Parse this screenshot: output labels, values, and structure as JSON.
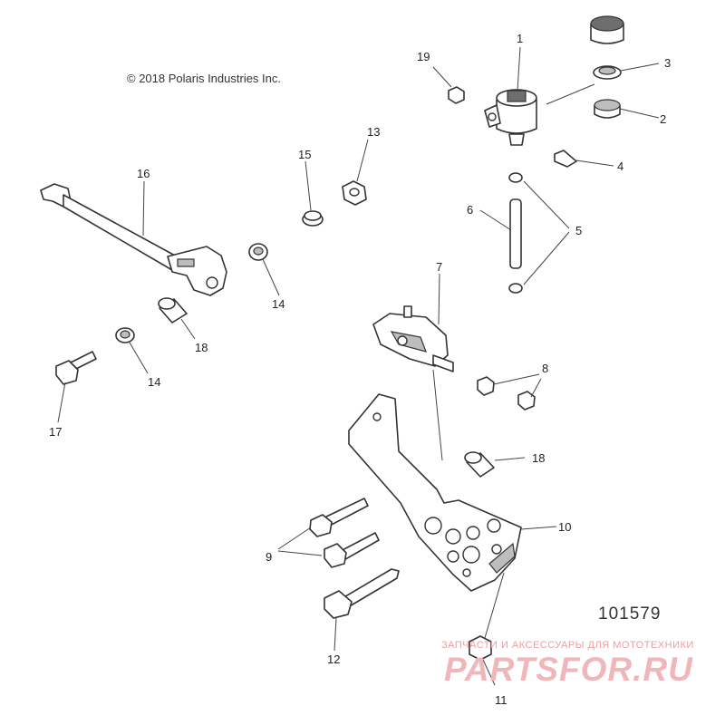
{
  "copyright": "© 2018 Polaris Industries Inc.",
  "diagram_id": "101579",
  "watermark": {
    "tagline": "ЗАПЧАСТИ И АКСЕССУАРЫ ДЛЯ МОТОТЕХНИКИ",
    "logo": "PARTSFOR.RU",
    "color": "#f0b7bb"
  },
  "callouts": {
    "c1": "1",
    "c2": "2",
    "c3": "3",
    "c4": "4",
    "c5": "5",
    "c6": "6",
    "c7": "7",
    "c8": "8",
    "c9": "9",
    "c10": "10",
    "c11": "11",
    "c12": "12",
    "c13": "13",
    "c14a": "14",
    "c14b": "14",
    "c15": "15",
    "c16": "16",
    "c17": "17",
    "c18a": "18",
    "c18b": "18",
    "c19": "19"
  }
}
